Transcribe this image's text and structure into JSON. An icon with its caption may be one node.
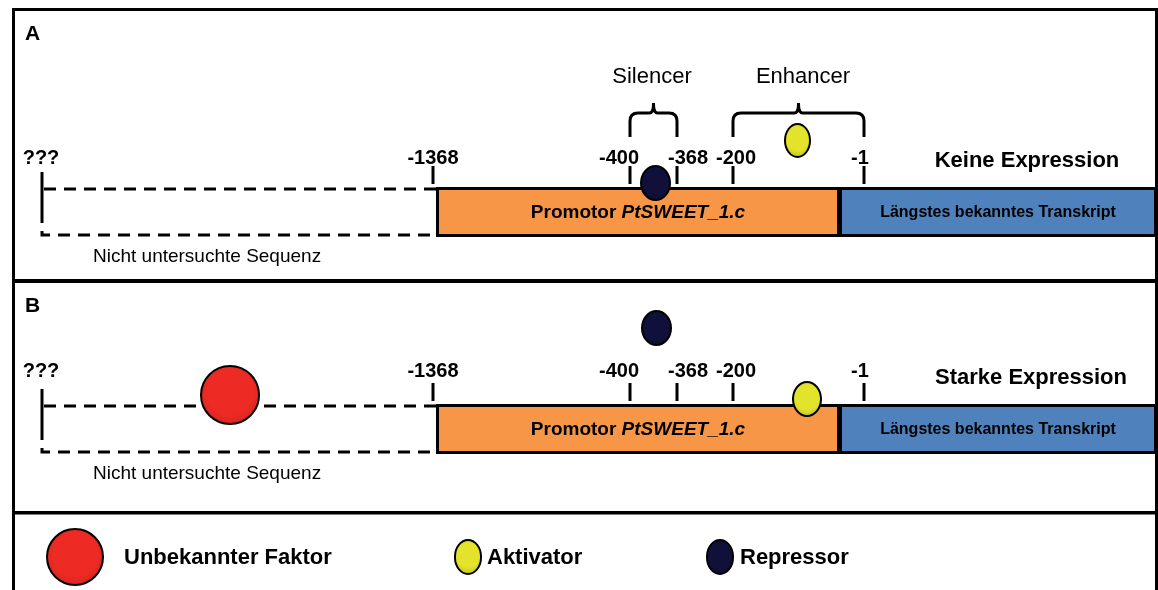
{
  "diagram": {
    "nodes": [
      {
        "text": [
          "A"
        ]
      },
      {
        "text": [
          "Nicht untersuchte Sequenz"
        ],
        "in": 0
      },
      {
        "text": [
          "Promotor *PtSWEET_1.c*"
        ],
        "in": 0
      },
      {
        "text": [
          "Längstes bekanntes Transkript"
        ],
        "in": 0
      },
      {
        "text": [],
        "shape": "circle",
        "in": 0
      },
      {
        "text": [],
        "shape": "circle",
        "in": 0
      },
      {
        "text": [
          "B"
        ]
      },
      {
        "text": [
          "Nicht untersuchte Sequenz"
        ],
        "in": 6
      },
      {
        "text": [
          "Promotor *PtSWEET_1.c*"
        ],
        "in": 6
      },
      {
        "text": [
          "Längstes bekanntes Transkript"
        ],
        "in": 6
      },
      {
        "text": [],
        "shape": "circle",
        "in": 6
      },
      {
        "text": [],
        "shape": "circle",
        "in": 6
      },
      {
        "text": [],
        "shape": "circle",
        "in": 6
      }
    ],
    "labels": [
      "Silencer",
      "Enhancer",
      "???",
      "-1368",
      "-400",
      "-368",
      "-200",
      "-1",
      "Keine Expression",
      "???",
      "-1368",
      "-400",
      "-368",
      "-200",
      "-1",
      "Starke Expression"
    ],
    "legend": [
      {
        "text": "Unbekannter Faktor",
        "color": "#ee2a24"
      },
      {
        "text": "Aktivator",
        "color": "#e3e32b"
      },
      {
        "text": "Repressor",
        "color": "#10103a"
      }
    ]
  }
}
